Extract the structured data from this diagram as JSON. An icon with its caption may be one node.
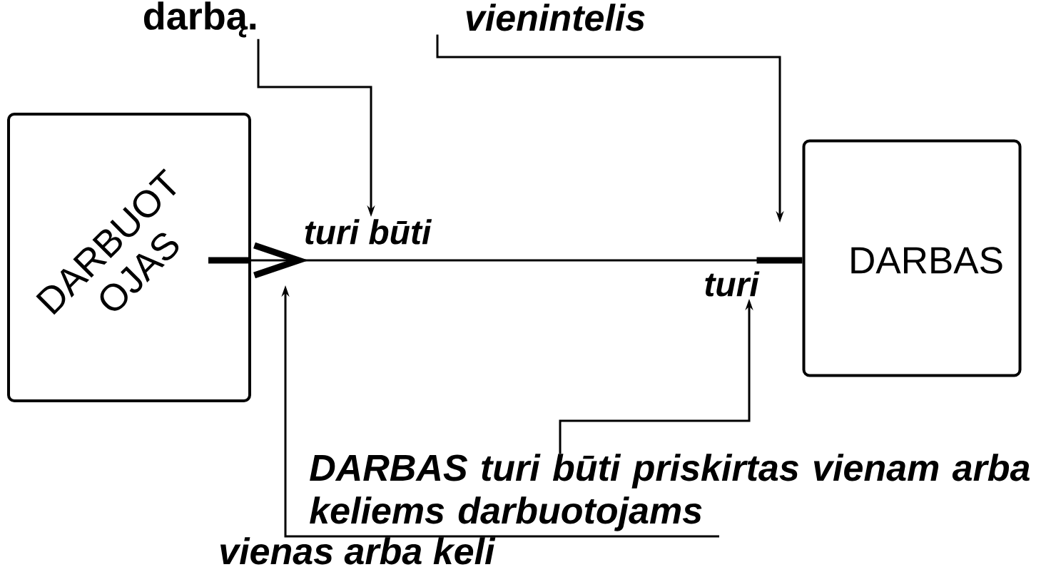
{
  "diagram": {
    "nodes": [
      {
        "text": [
          "DARBUOT OJAS"
        ]
      },
      {
        "text": [
          "DARBAS"
        ]
      },
      {
        "text": [
          "darbą."
        ]
      },
      {
        "text": [
          "vienintelis"
        ]
      },
      {
        "text": [
          "DARBAS turi būti priskirtas vienam arba keliems darbuotojams"
        ]
      },
      {
        "text": [
          "vienas arba keli"
        ]
      },
      {
        "text": [
          "turi būti"
        ]
      },
      {
        "text": [
          "turi"
        ]
      }
    ],
    "edges": [
      {
        "from": 0,
        "to": 1,
        "arrow": "other"
      },
      {
        "from": 2,
        "to": 6,
        "arrow": "to"
      },
      {
        "from": 3,
        "to": null,
        "arrow": "to"
      },
      {
        "from": 4,
        "to": 7,
        "arrow": "to"
      },
      {
        "from": 5,
        "to": null,
        "arrow": "to"
      }
    ]
  }
}
